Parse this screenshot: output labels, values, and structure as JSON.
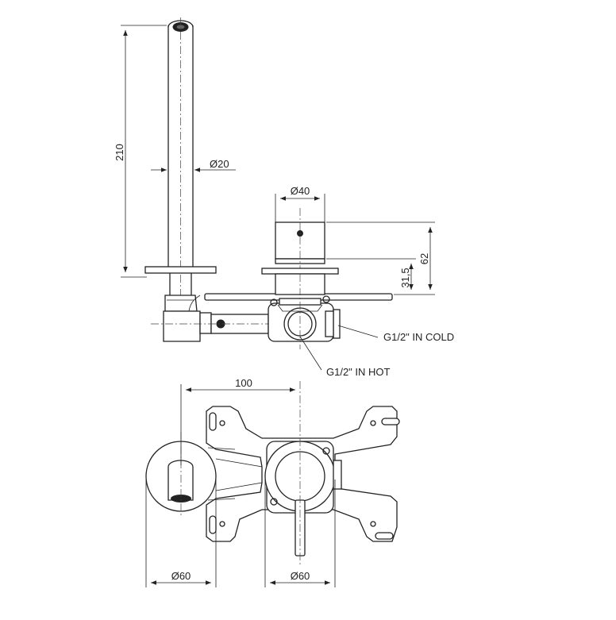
{
  "dimensions": {
    "spout_height": "210",
    "spout_diameter": "Ø20",
    "handle_diameter": "Ø40",
    "handle_height": "62",
    "plate_offset": "31,5",
    "spacing": "100",
    "spout_plate_diameter": "Ø60",
    "handle_plate_diameter": "Ø60"
  },
  "labels": {
    "cold_inlet": "G1/2\" IN COLD",
    "hot_inlet": "G1/2\" IN HOT"
  },
  "icons": {
    "arrowhead": "dimension-arrow"
  }
}
